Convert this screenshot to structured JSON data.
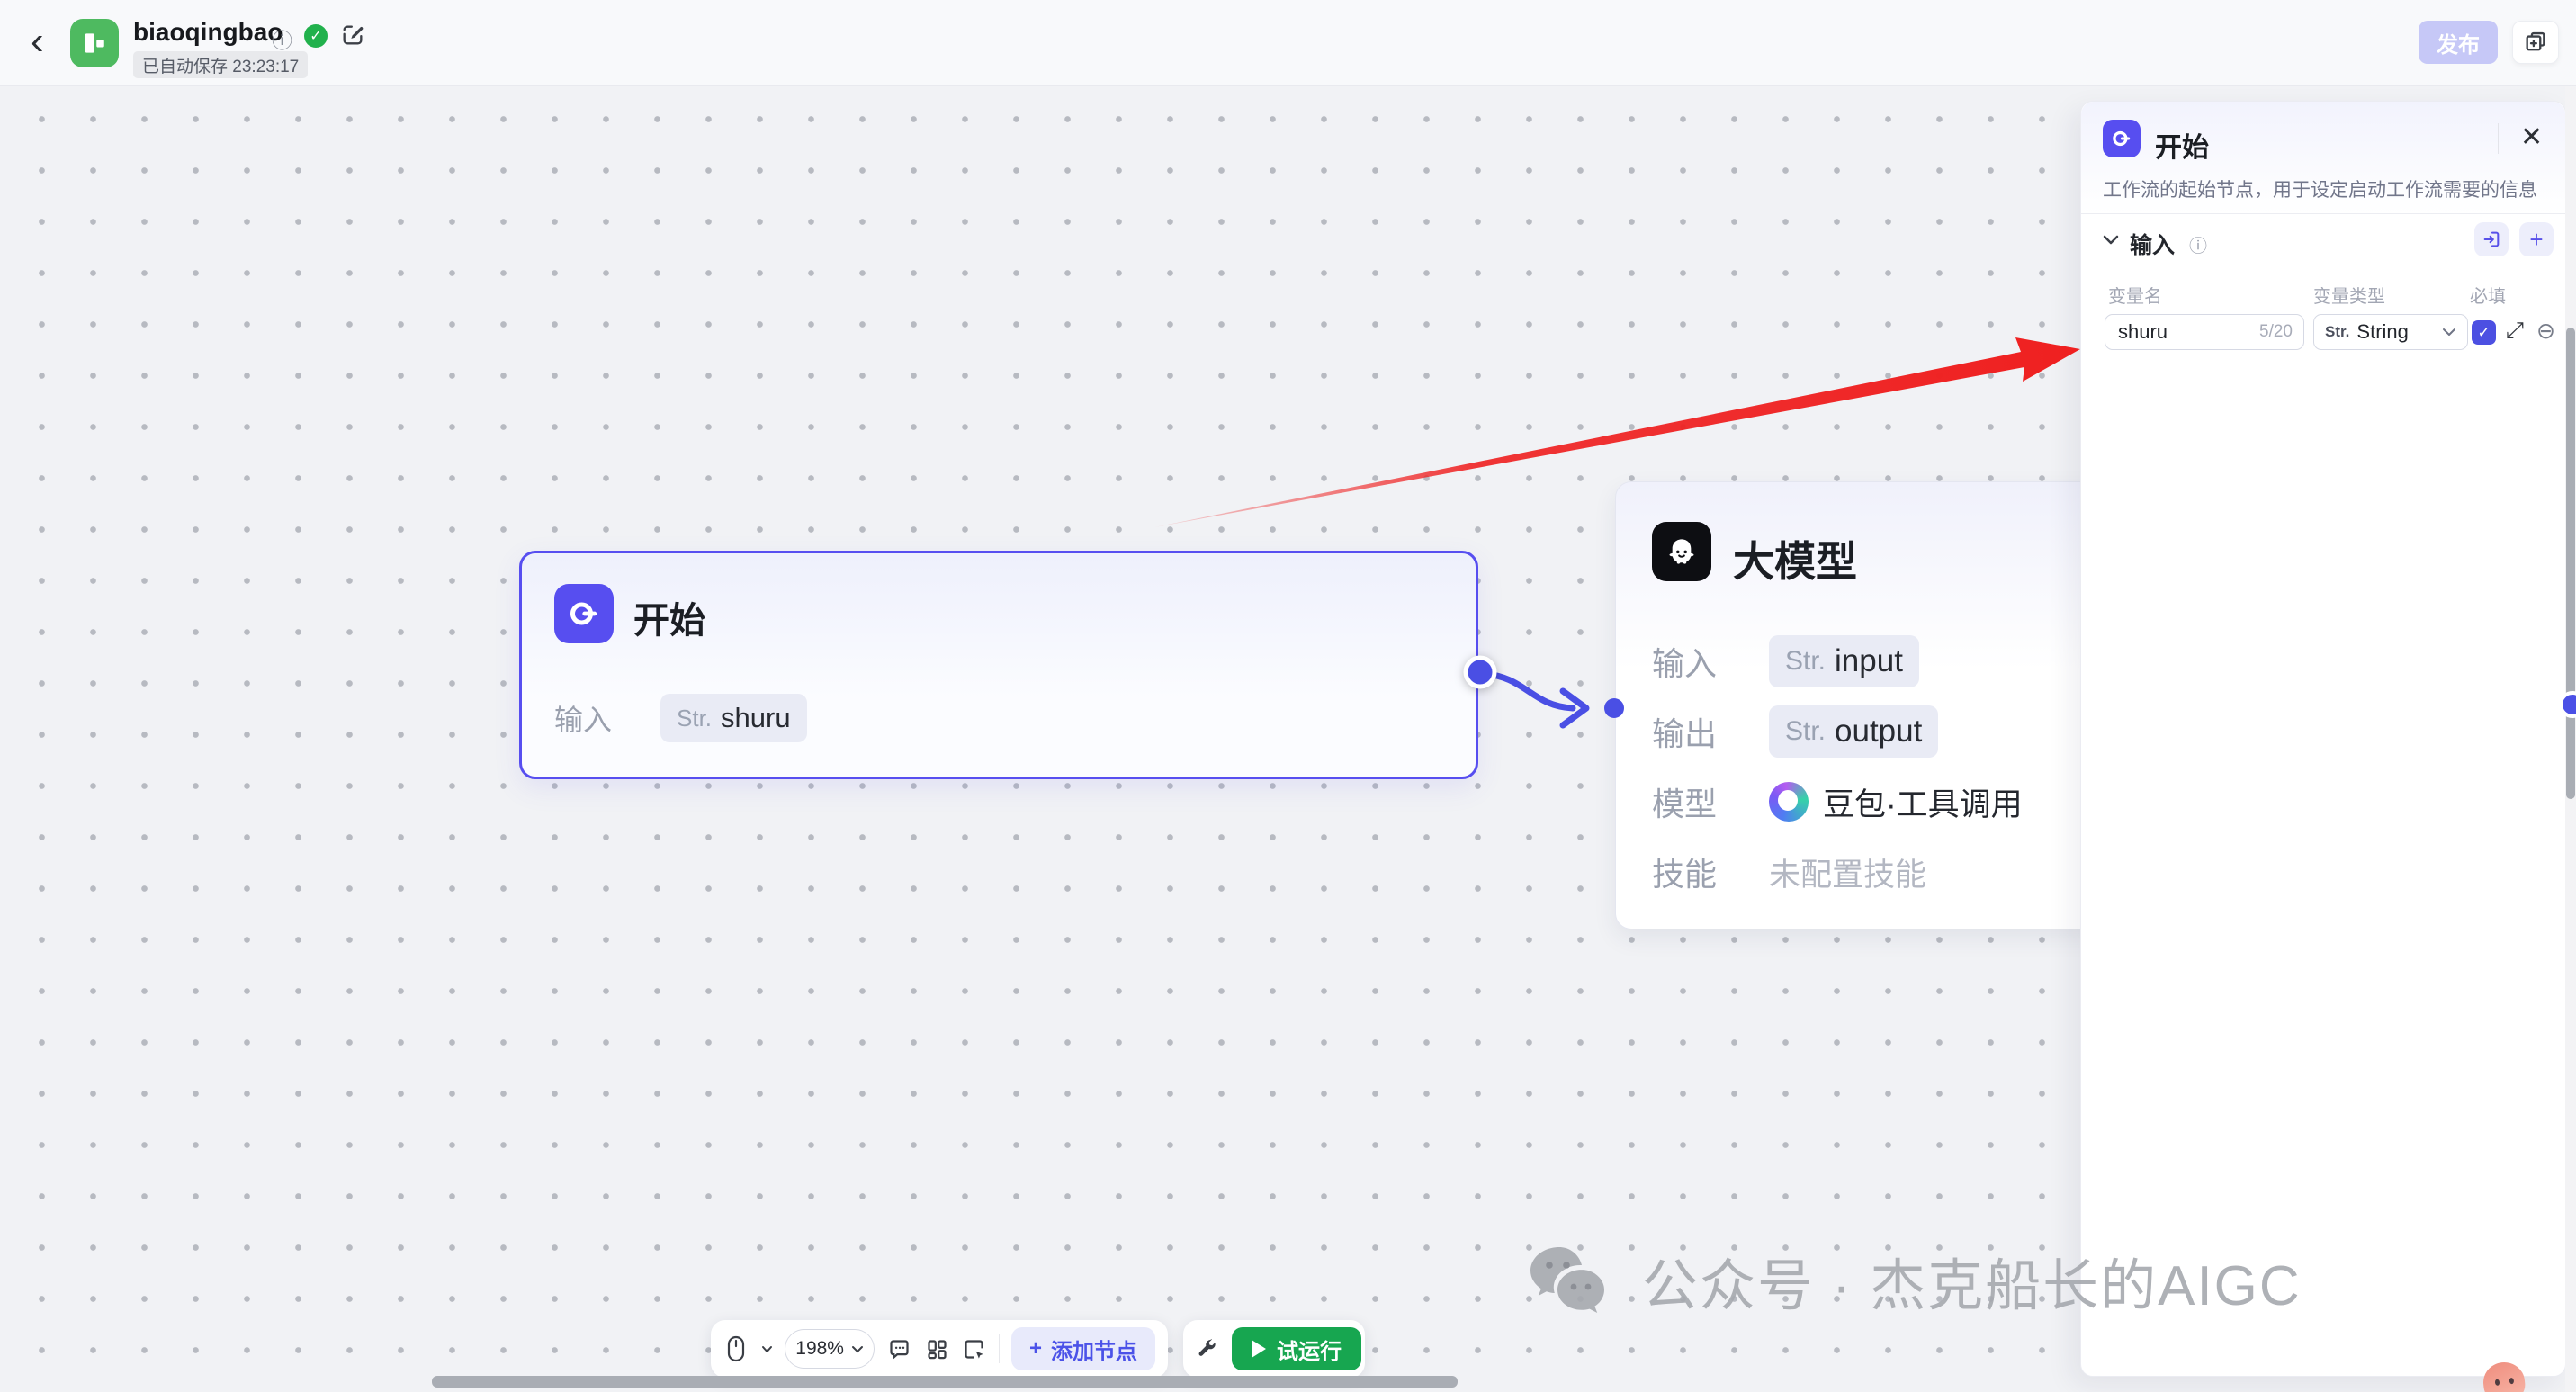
{
  "topbar": {
    "title": "biaoqingbao",
    "autosave": "已自动保存 23:23:17",
    "publish_label": "发布"
  },
  "panel": {
    "title": "开始",
    "description": "工作流的起始节点，用于设定启动工作流需要的信息",
    "section_title": "输入",
    "columns": [
      "变量名",
      "变量类型",
      "必填"
    ],
    "row": {
      "name": "shuru",
      "counter": "5/20",
      "type_badge": "Str.",
      "type_value": "String"
    }
  },
  "canvas": {
    "start_node": {
      "title": "开始",
      "rows": [
        {
          "label": "输入",
          "badge": "Str.",
          "value": "shuru"
        }
      ]
    },
    "model_node": {
      "title": "大模型",
      "rows": [
        {
          "label": "输入",
          "badge": "Str.",
          "value": "input"
        },
        {
          "label": "输出",
          "badge": "Str.",
          "value": "output"
        },
        {
          "label": "模型",
          "value": "豆包·工具调用"
        },
        {
          "label": "技能",
          "value": "未配置技能"
        }
      ]
    },
    "watermark": "公众号 · 杰克船长的AIGC"
  },
  "toolbar": {
    "zoom_level": "198%",
    "add_node_label": "添加节点",
    "run_label": "试运行"
  },
  "icons": {
    "back": "‹",
    "info": "ⓘ",
    "check": "✓",
    "close": "✕",
    "plus": "+",
    "expand": "⤢",
    "remove": "⊖"
  },
  "colors": {
    "accent": "#574ef0",
    "app_icon_green": "#4eba60",
    "publish_disabled": "#c6c8f7",
    "run_green": "#17a650",
    "red_arrow": "#ef2020",
    "port_blue": "#4b50e6"
  }
}
